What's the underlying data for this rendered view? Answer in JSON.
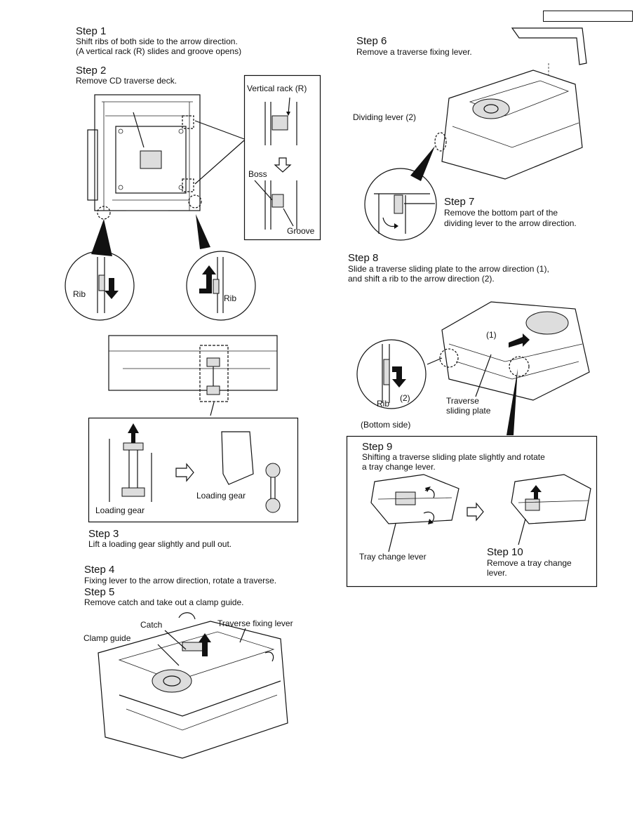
{
  "steps": {
    "s1": {
      "title": "Step 1",
      "lines": [
        "Shift ribs of both side to the arrow direction.",
        "(A vertical rack (R) slides and groove opens)"
      ]
    },
    "s2": {
      "title": "Step 2",
      "lines": [
        "Remove CD traverse deck."
      ]
    },
    "s3": {
      "title": "Step 3",
      "lines": [
        "Lift a loading gear slightly and pull out."
      ]
    },
    "s4": {
      "title": "Step 4",
      "lines": [
        "Fixing lever to the arrow direction, rotate a traverse."
      ]
    },
    "s5": {
      "title": "Step 5",
      "lines": [
        "Remove catch and take out a clamp guide."
      ]
    },
    "s6": {
      "title": "Step 6",
      "lines": [
        "Remove a traverse fixing lever."
      ]
    },
    "s7": {
      "title": "Step 7",
      "lines": [
        "Remove the bottom part of the",
        "dividing lever to the arrow direction."
      ]
    },
    "s8": {
      "title": "Step 8",
      "lines": [
        "Slide a traverse sliding plate to the arrow direction (1),",
        "and shift a rib to the arrow direction (2)."
      ]
    },
    "s9": {
      "title": "Step 9",
      "lines": [
        "Shifting a traverse sliding plate slightly and rotate",
        "a tray change lever."
      ]
    },
    "s10": {
      "title": "Step 10",
      "lines": [
        "Remove a tray change",
        "lever."
      ]
    }
  },
  "labels": {
    "vertical_rack": "Vertical rack (R)",
    "boss": "Boss",
    "groove": "Groove",
    "rib": "Rib",
    "loading_gear": "Loading gear",
    "catch": "Catch",
    "clamp_guide": "Clamp guide",
    "traverse_fixing_lever": "Traverse fixing lever",
    "dividing_lever": "Dividing lever (2)",
    "traverse_sliding_plate_1": "Traverse",
    "traverse_sliding_plate_2": "sliding plate",
    "bottom_side": "(Bottom side)",
    "marker_1": "(1)",
    "marker_2": "(2)",
    "tray_change_lever": "Tray change lever"
  }
}
